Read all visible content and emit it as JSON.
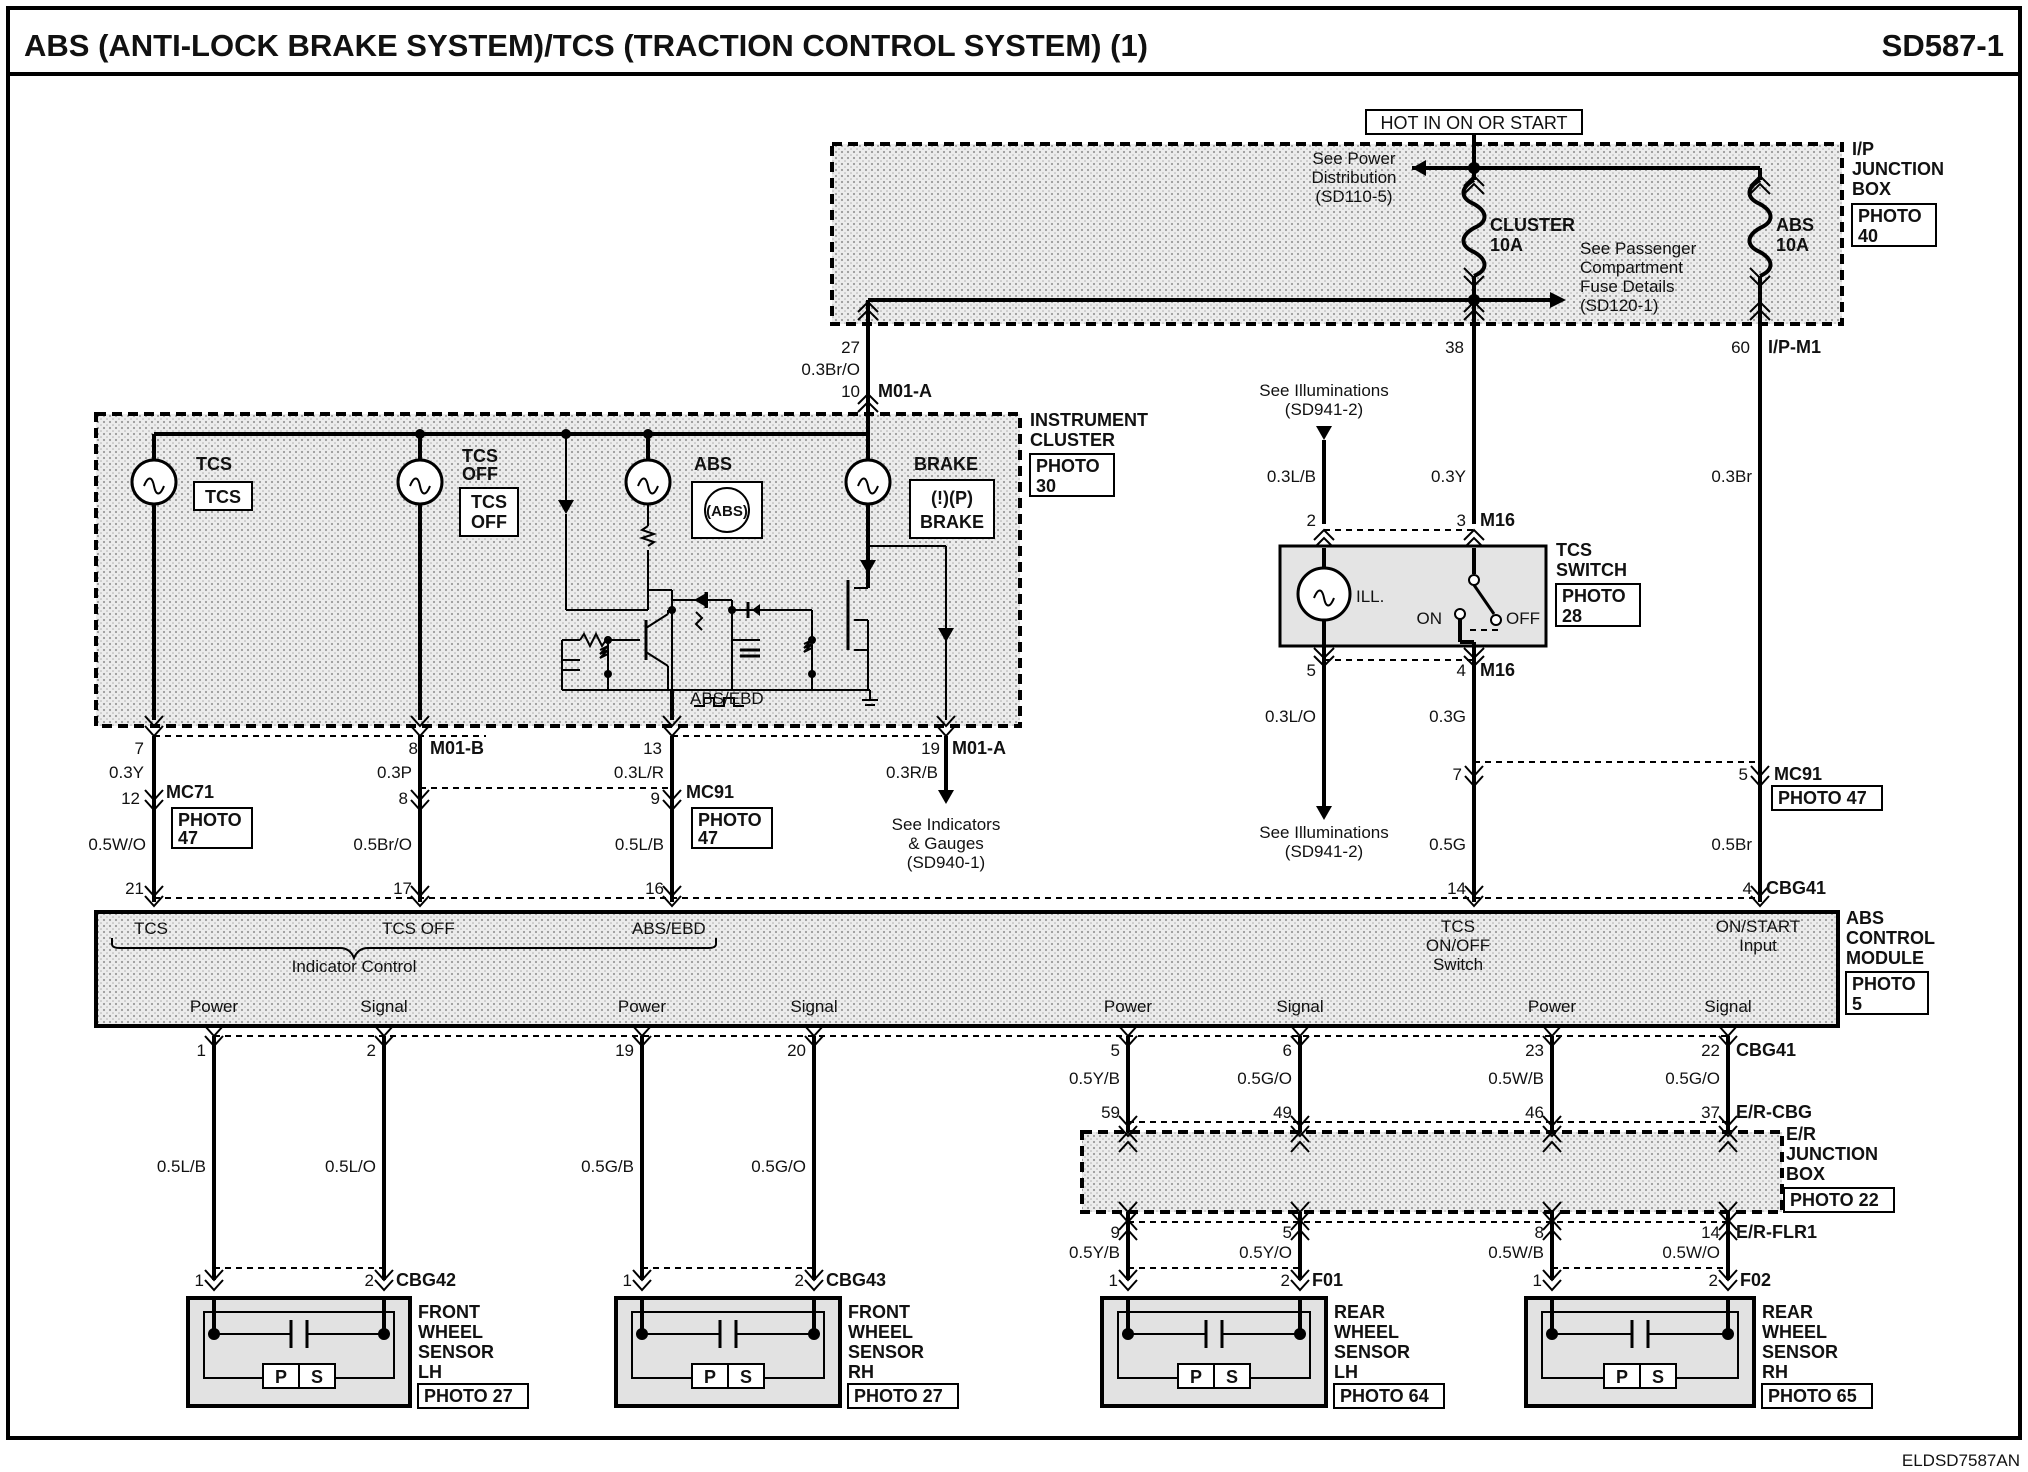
{
  "header": {
    "title": "ABS (ANTI-LOCK BRAKE SYSTEM)/TCS (TRACTION CONTROL SYSTEM) (1)",
    "code": "SD587-1"
  },
  "footer_code": "ELDSD7587AN",
  "power": {
    "hot_label": "HOT IN ON OR START"
  },
  "ip_junction": {
    "name_lines": [
      "I/P",
      "JUNCTION",
      "BOX"
    ],
    "photo": [
      "PHOTO",
      "40"
    ],
    "connector": "I/P-M1",
    "see_power": [
      "See Power",
      "Distribution",
      "(SD110-5)"
    ],
    "see_fuse": [
      "See Passenger",
      "Compartment",
      "Fuse Details",
      "(SD120-1)"
    ],
    "fuse_cluster": [
      "CLUSTER",
      "10A"
    ],
    "fuse_abs": [
      "ABS",
      "10A"
    ],
    "pins": [
      "27",
      "38",
      "60"
    ]
  },
  "cluster": {
    "name_lines": [
      "INSTRUMENT",
      "CLUSTER"
    ],
    "photo": [
      "PHOTO",
      "30"
    ],
    "feed_wire": "0.3Br/O",
    "feed_pin": "10",
    "feed_conn": "M01-A",
    "lamps": [
      {
        "label": [
          "TCS"
        ],
        "icon": [
          "TCS"
        ]
      },
      {
        "label": [
          "TCS",
          "OFF"
        ],
        "icon": [
          "TCS",
          "OFF"
        ]
      },
      {
        "label": [
          "ABS"
        ],
        "icon": [
          "(ABS)"
        ]
      },
      {
        "label": [
          "BRAKE"
        ],
        "icon": [
          "(!)(P)",
          "BRAKE"
        ]
      }
    ],
    "abs_ebd": "ABS/EBD",
    "pins": {
      "tcs": "7",
      "tcs_off": "8",
      "abs": "13",
      "brake": "19"
    },
    "conn_b": "M01-B",
    "conn_a": "M01-A"
  },
  "indicator_wires": {
    "tcs": "0.3Y",
    "tcs_off": "0.3P",
    "abs": "0.3L/R",
    "brake": "0.3R/B"
  },
  "see_indicators": [
    "See Indicators",
    "& Gauges",
    "(SD940-1)"
  ],
  "mc71": {
    "pin": "12",
    "name": "MC71",
    "photo": [
      "PHOTO",
      "47"
    ]
  },
  "mc91_left": {
    "pins": [
      "8",
      "9"
    ],
    "name": "MC91",
    "photo": [
      "PHOTO",
      "47"
    ]
  },
  "mc91_right": {
    "pins": [
      "7",
      "5"
    ],
    "name": "MC91",
    "photo": [
      "PHOTO 47"
    ]
  },
  "module_wires": {
    "tcs": "0.5W/O",
    "tcs_off": "0.5Br/O",
    "abs": "0.5L/B",
    "switch": "0.5G",
    "power": "0.5Br"
  },
  "module_top_pins": [
    "21",
    "17",
    "16",
    "14",
    "4"
  ],
  "cbg41": "CBG41",
  "tcs_switch": {
    "name": [
      "TCS",
      "SWITCH"
    ],
    "photo": [
      "PHOTO",
      "28"
    ],
    "conn": "M16",
    "ill": "ILL.",
    "on": "ON",
    "off": "OFF",
    "pins": [
      "2",
      "3",
      "5",
      "4"
    ],
    "wires": {
      "ill_in": "0.3L/B",
      "feed": "0.3Y",
      "ill_out": "0.3L/O",
      "sig": "0.3G",
      "abs_feed": "0.3Br"
    },
    "see_ill_top": [
      "See Illuminations",
      "(SD941-2)"
    ],
    "see_ill_bottom": [
      "See Illuminations",
      "(SD941-2)"
    ]
  },
  "abs_module": {
    "name": [
      "ABS",
      "CONTROL",
      "MODULE"
    ],
    "photo": [
      "PHOTO",
      "5"
    ],
    "top_labels": [
      "TCS",
      "TCS OFF",
      "ABS/EBD"
    ],
    "indicator_control": "Indicator Control",
    "tcs_onoff": [
      "TCS",
      "ON/OFF",
      "Switch"
    ],
    "on_start": [
      "ON/START",
      "Input"
    ],
    "bottom_labels": [
      "Power",
      "Signal",
      "Power",
      "Signal",
      "Power",
      "Signal",
      "Power",
      "Signal"
    ],
    "bottom_pins": [
      "1",
      "2",
      "19",
      "20",
      "5",
      "6",
      "23",
      "22"
    ]
  },
  "sensor_wires": {
    "upper": [
      "0.5L/B",
      "0.5L/O",
      "0.5G/B",
      "0.5G/O",
      "0.5Y/B",
      "0.5G/O",
      "0.5W/B",
      "0.5G/O"
    ],
    "lower": [
      "0.5Y/B",
      "0.5Y/O",
      "0.5W/B",
      "0.5W/O"
    ]
  },
  "er_junction": {
    "name": [
      "E/R",
      "JUNCTION",
      "BOX"
    ],
    "photo": "PHOTO 22",
    "top_pins": [
      "59",
      "49",
      "46",
      "37"
    ],
    "top_conn": "E/R-CBG",
    "bottom_pins": [
      "9",
      "5",
      "8",
      "14"
    ],
    "bottom_conn": "E/R-FLR1"
  },
  "sensors": [
    {
      "name": [
        "FRONT",
        "WHEEL",
        "SENSOR",
        "LH"
      ],
      "conn": "CBG42",
      "photo": "PHOTO 27",
      "pins": [
        "1",
        "2"
      ]
    },
    {
      "name": [
        "FRONT",
        "WHEEL",
        "SENSOR",
        "RH"
      ],
      "conn": "CBG43",
      "photo": "PHOTO 27",
      "pins": [
        "1",
        "2"
      ]
    },
    {
      "name": [
        "REAR",
        "WHEEL",
        "SENSOR",
        "LH"
      ],
      "conn": "F01",
      "photo": "PHOTO 64",
      "pins": [
        "1",
        "2"
      ]
    },
    {
      "name": [
        "REAR",
        "WHEEL",
        "SENSOR",
        "RH"
      ],
      "conn": "F02",
      "photo": "PHOTO 65",
      "pins": [
        "1",
        "2"
      ]
    }
  ],
  "ps": [
    "P",
    "S"
  ]
}
